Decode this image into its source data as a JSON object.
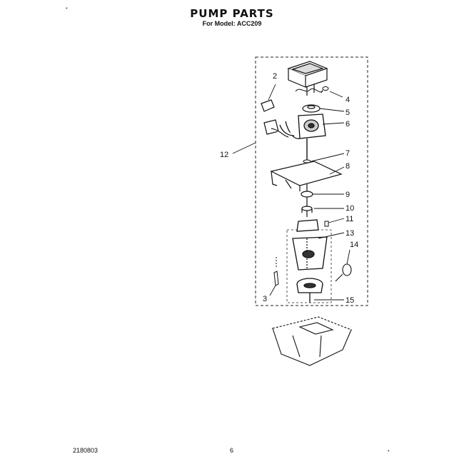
{
  "header": {
    "title": "PUMP PARTS",
    "subtitle": "For Model: ACC209"
  },
  "corner_marks": {
    "top_left": "*",
    "bottom_right": "*"
  },
  "callouts": [
    "2",
    "4",
    "5",
    "6",
    "12",
    "7",
    "8",
    "9",
    "10",
    "11",
    "13",
    "14",
    "3",
    "15"
  ],
  "footer": {
    "part_number": "2180803",
    "page_number": "6"
  }
}
